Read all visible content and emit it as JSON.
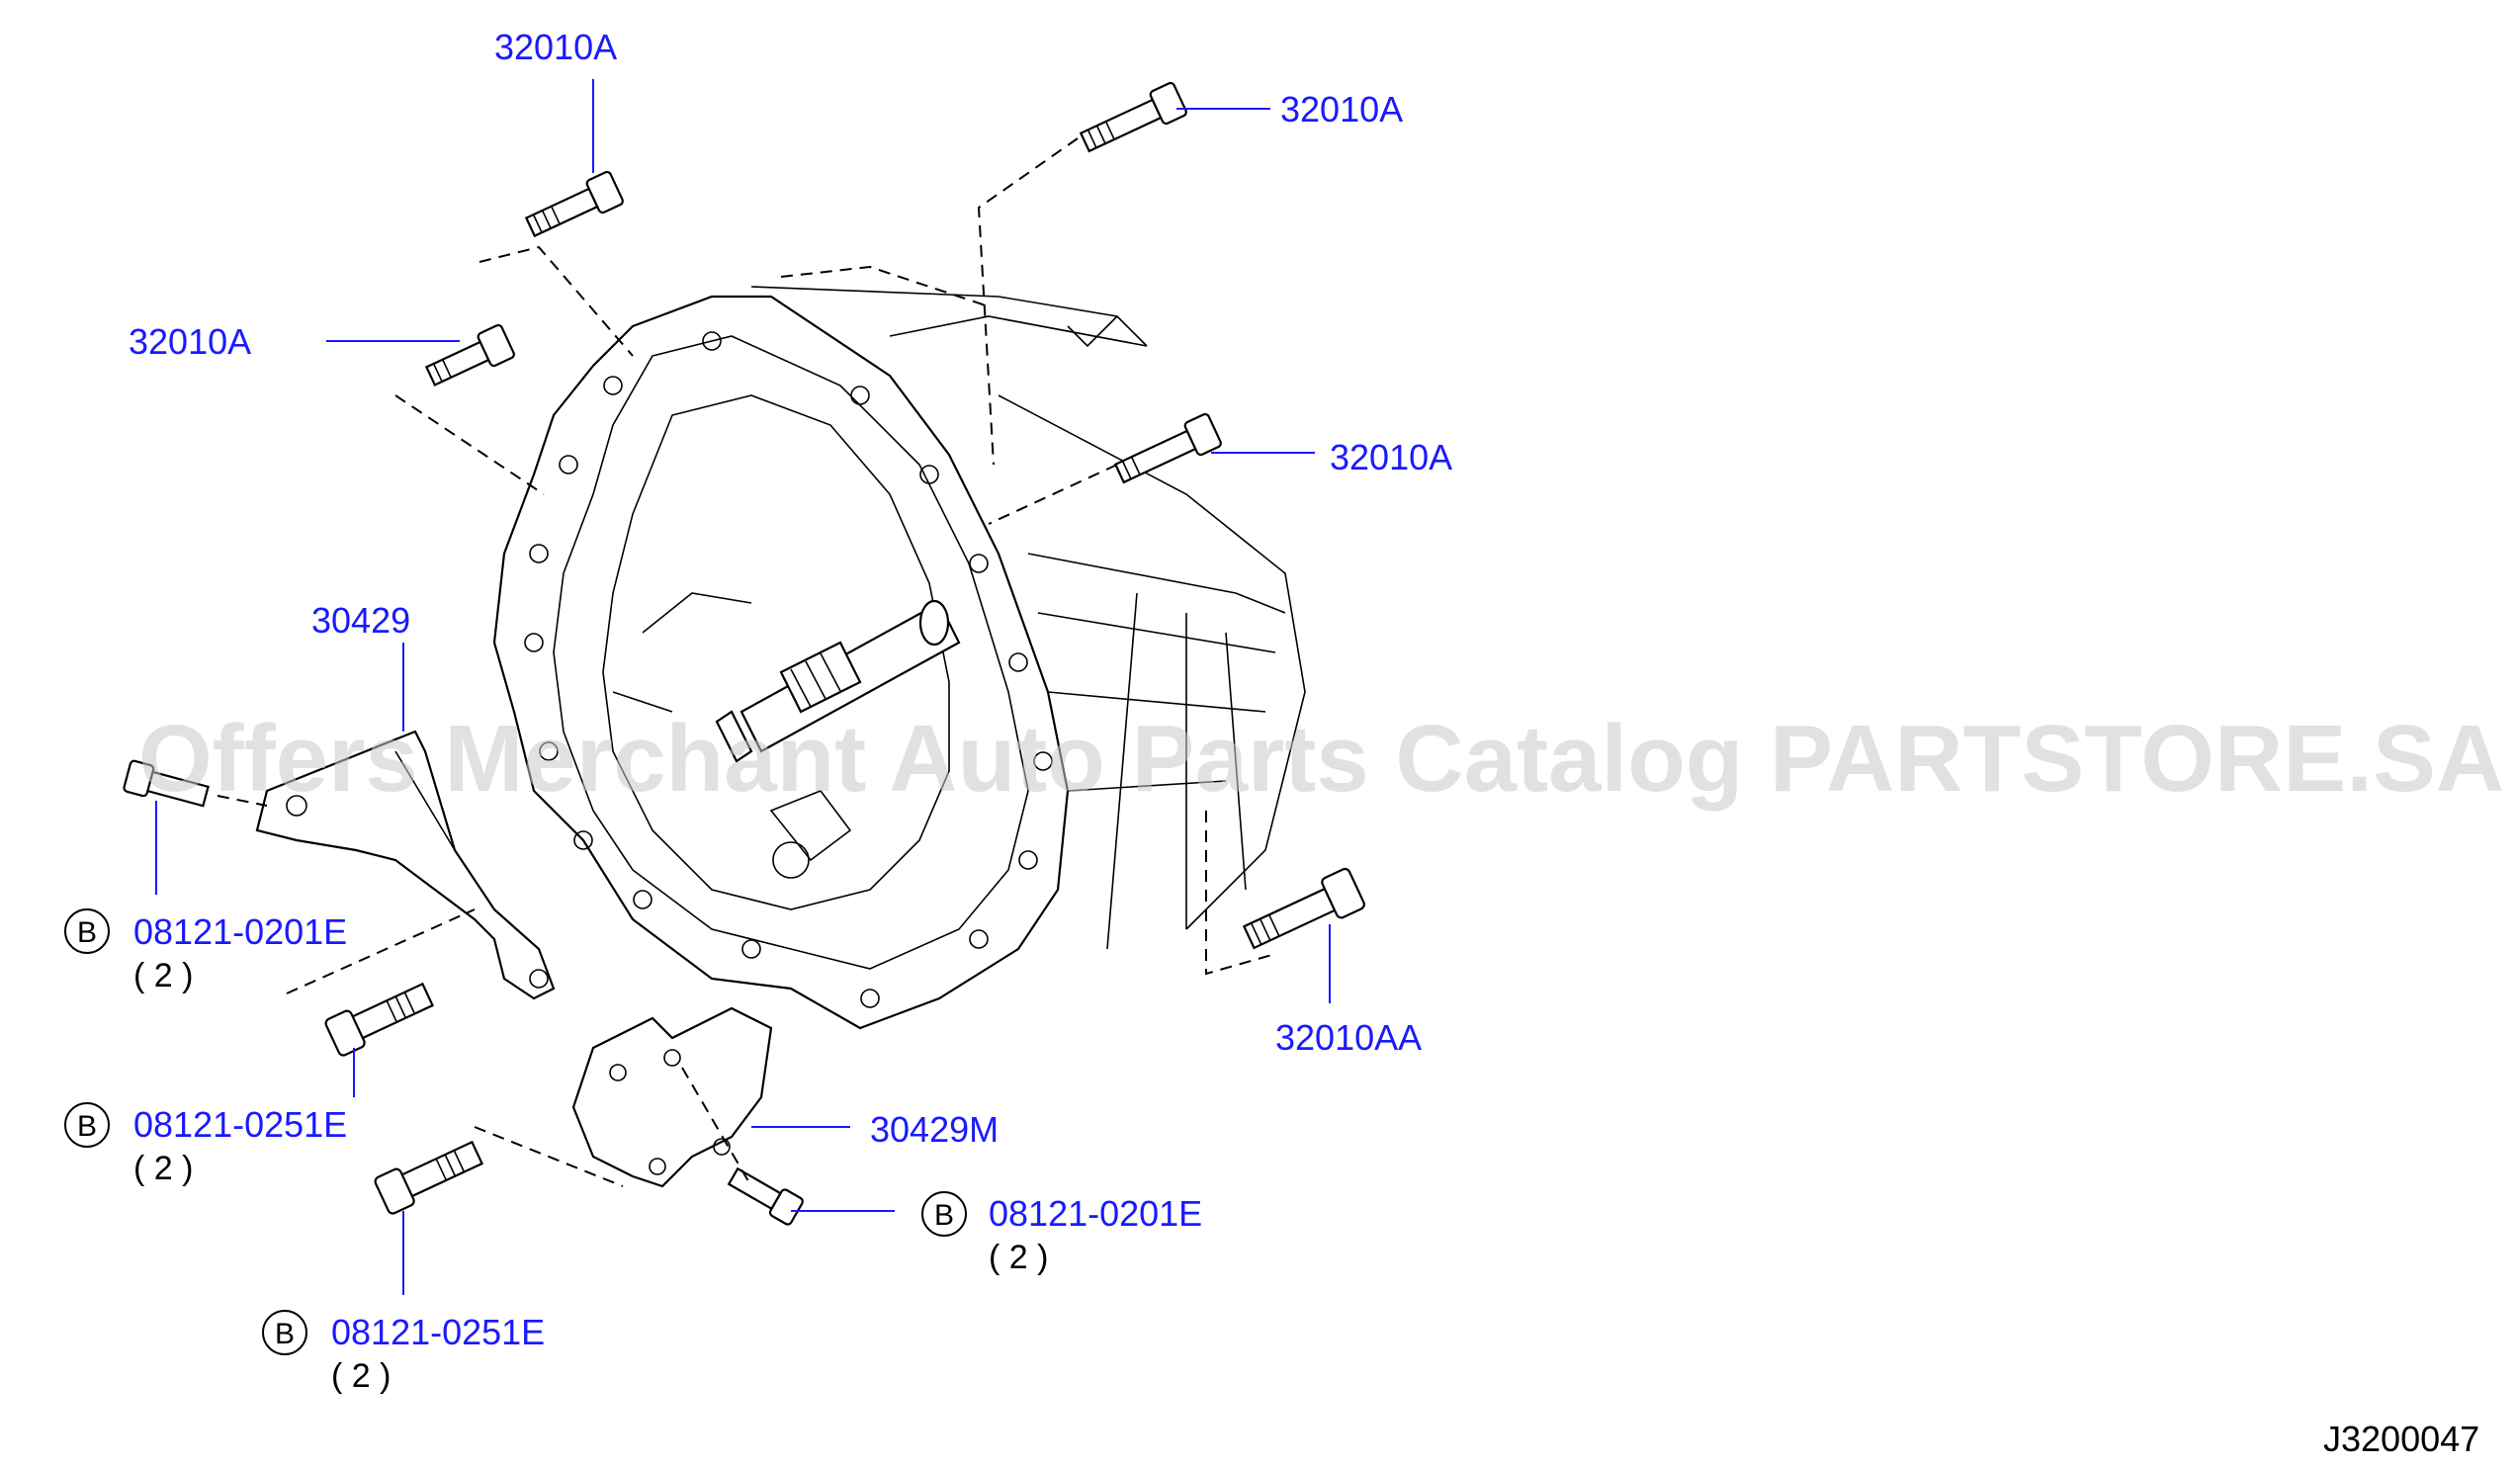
{
  "diagram": {
    "callouts": [
      {
        "id": "c1",
        "part": "32010A"
      },
      {
        "id": "c2",
        "part": "32010A"
      },
      {
        "id": "c3",
        "part": "32010A"
      },
      {
        "id": "c4",
        "part": "32010A"
      },
      {
        "id": "c5",
        "part": "32010AA"
      },
      {
        "id": "c6",
        "part": "30429"
      },
      {
        "id": "c7",
        "part": "30429M"
      }
    ],
    "bolts": [
      {
        "id": "b1",
        "badge": "B",
        "part": "08121-0201E",
        "qty": "( 2 )"
      },
      {
        "id": "b2",
        "badge": "B",
        "part": "08121-0251E",
        "qty": "( 2 )"
      },
      {
        "id": "b3",
        "badge": "B",
        "part": "08121-0201E",
        "qty": "( 2 )"
      },
      {
        "id": "b4",
        "badge": "B",
        "part": "08121-0251E",
        "qty": "( 2 )"
      }
    ],
    "diagram_ref": "J3200047",
    "watermark": "Offers Merchant Auto Parts Catalog PARTSTORE.SA"
  },
  "colors": {
    "callout_text": "#1a1aff",
    "line_art": "#000000",
    "watermark": "#c8c8c8"
  }
}
